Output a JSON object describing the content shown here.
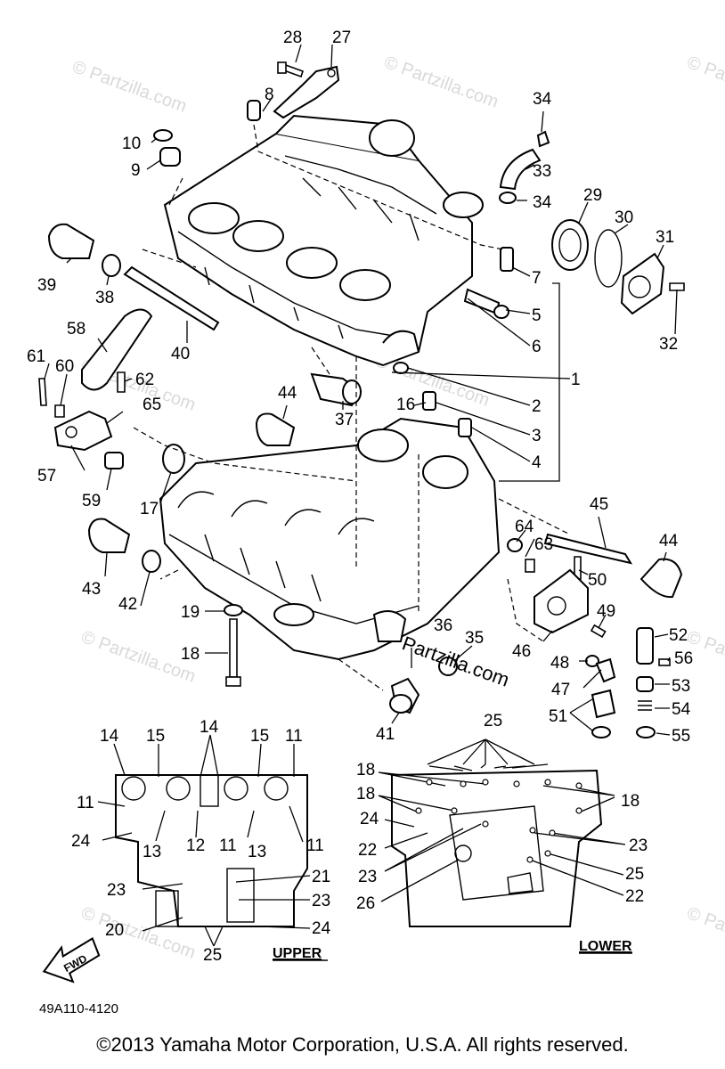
{
  "callouts": {
    "n1": "1",
    "n2": "2",
    "n3": "3",
    "n4": "4",
    "n5": "5",
    "n6": "6",
    "n7": "7",
    "n8": "8",
    "n9": "9",
    "n10": "10",
    "n16": "16",
    "n17": "17",
    "n18": "18",
    "n19": "19",
    "n27": "27",
    "n28": "28",
    "n29": "29",
    "n30": "30",
    "n31": "31",
    "n32": "32",
    "n33": "33",
    "n34a": "34",
    "n34b": "34",
    "n35": "35",
    "n36": "36",
    "n37": "37",
    "n38": "38",
    "n39": "39",
    "n40": "40",
    "n41": "41",
    "n42": "42",
    "n43": "43",
    "n44a": "44",
    "n44b": "44",
    "n45": "45",
    "n46": "46",
    "n47": "47",
    "n48": "48",
    "n49": "49",
    "n50": "50",
    "n51": "51",
    "n52": "52",
    "n53": "53",
    "n54": "54",
    "n55": "55",
    "n56": "56",
    "n57": "57",
    "n58": "58",
    "n59": "59",
    "n60": "60",
    "n61": "61",
    "n62": "62",
    "n63": "63",
    "n64": "64",
    "n65": "65"
  },
  "upper_view": {
    "label": "UPPER",
    "callouts": {
      "u14a": "14",
      "u15a": "15",
      "u14b": "14",
      "u15b": "15",
      "u11a": "11",
      "u11b": "11",
      "u24a": "24",
      "u13a": "13",
      "u12": "12",
      "u11c": "11",
      "u13b": "13",
      "u11d": "11",
      "u21": "21",
      "u23a": "23",
      "u23b": "23",
      "u20": "20",
      "u25": "25",
      "u24b": "24"
    }
  },
  "lower_view": {
    "label": "LOWER",
    "callouts": {
      "l25a": "25",
      "l18a": "18",
      "l18b": "18",
      "l18c": "18",
      "l24": "24",
      "l22a": "22",
      "l23a": "23",
      "l26": "26",
      "l23b": "23",
      "l25b": "25",
      "l22b": "22"
    }
  },
  "fwd_label": "FWD",
  "watermark": "© Partzilla.com",
  "center_watermark": "Partzilla.com",
  "diagram_code": "49A110-4120",
  "copyright": "©2013  Yamaha Motor Corporation, U.S.A. All rights reserved."
}
